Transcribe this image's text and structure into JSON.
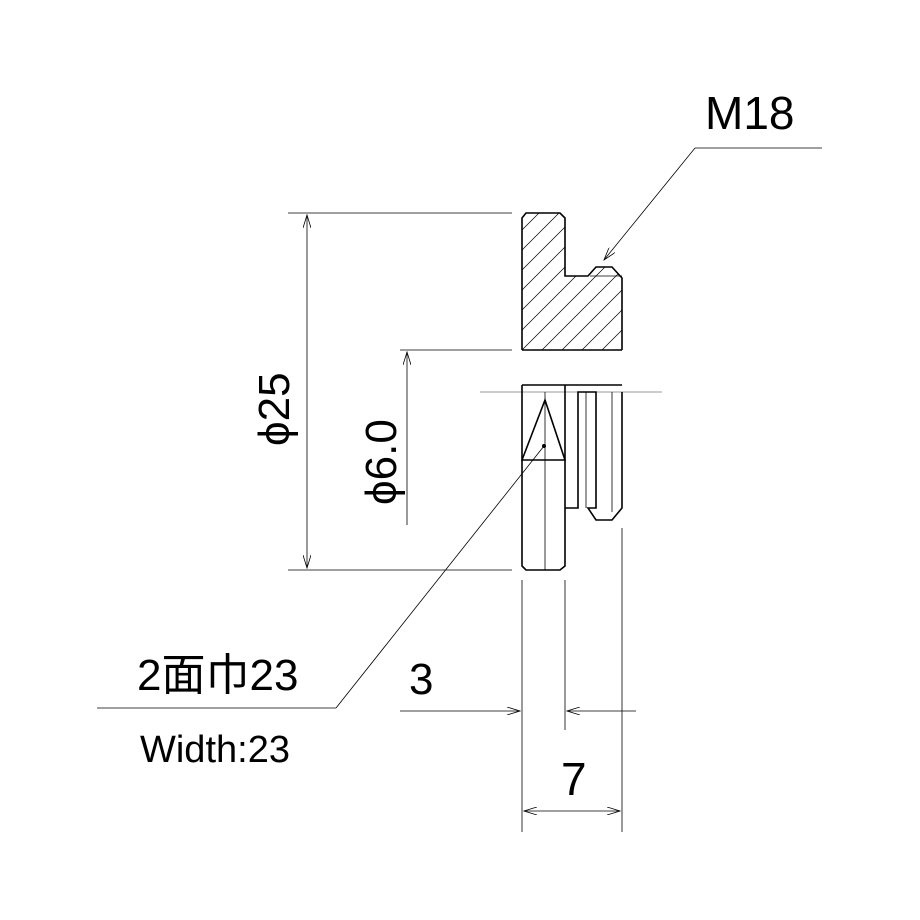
{
  "labels": {
    "thread": "M18",
    "outer_diameter": "ϕ25",
    "bore_diameter": "ϕ6.0",
    "width_across_flats_jp": "2面巾23",
    "width_across_flats_en": "Width:23",
    "flange_thickness": "3",
    "overall_length": "7"
  },
  "colors": {
    "line": "#000000",
    "center_line": "#777777",
    "background": "#ffffff"
  }
}
